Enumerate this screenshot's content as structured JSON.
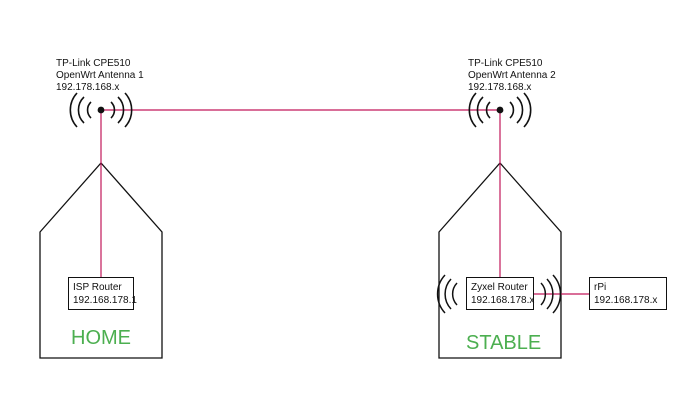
{
  "antenna_1": {
    "name": "TP-Link CPE510",
    "firmware": "OpenWrt Antenna 1",
    "ip": "192.178.168.x"
  },
  "antenna_2": {
    "name": "TP-Link CPE510",
    "firmware": "OpenWrt Antenna 2",
    "ip": "192.178.168.x"
  },
  "home": {
    "label": "HOME",
    "router_name": "ISP Router",
    "router_ip": "192.168.178.1"
  },
  "stable": {
    "label": "STABLE",
    "router_name": "Zyxel Router",
    "router_ip": "192.168.178.x"
  },
  "rpi": {
    "name": "rPi",
    "ip": "192.168.178.x"
  },
  "colors": {
    "link": "#c2185b",
    "outline": "#111111",
    "building_label": "#4caf50"
  }
}
